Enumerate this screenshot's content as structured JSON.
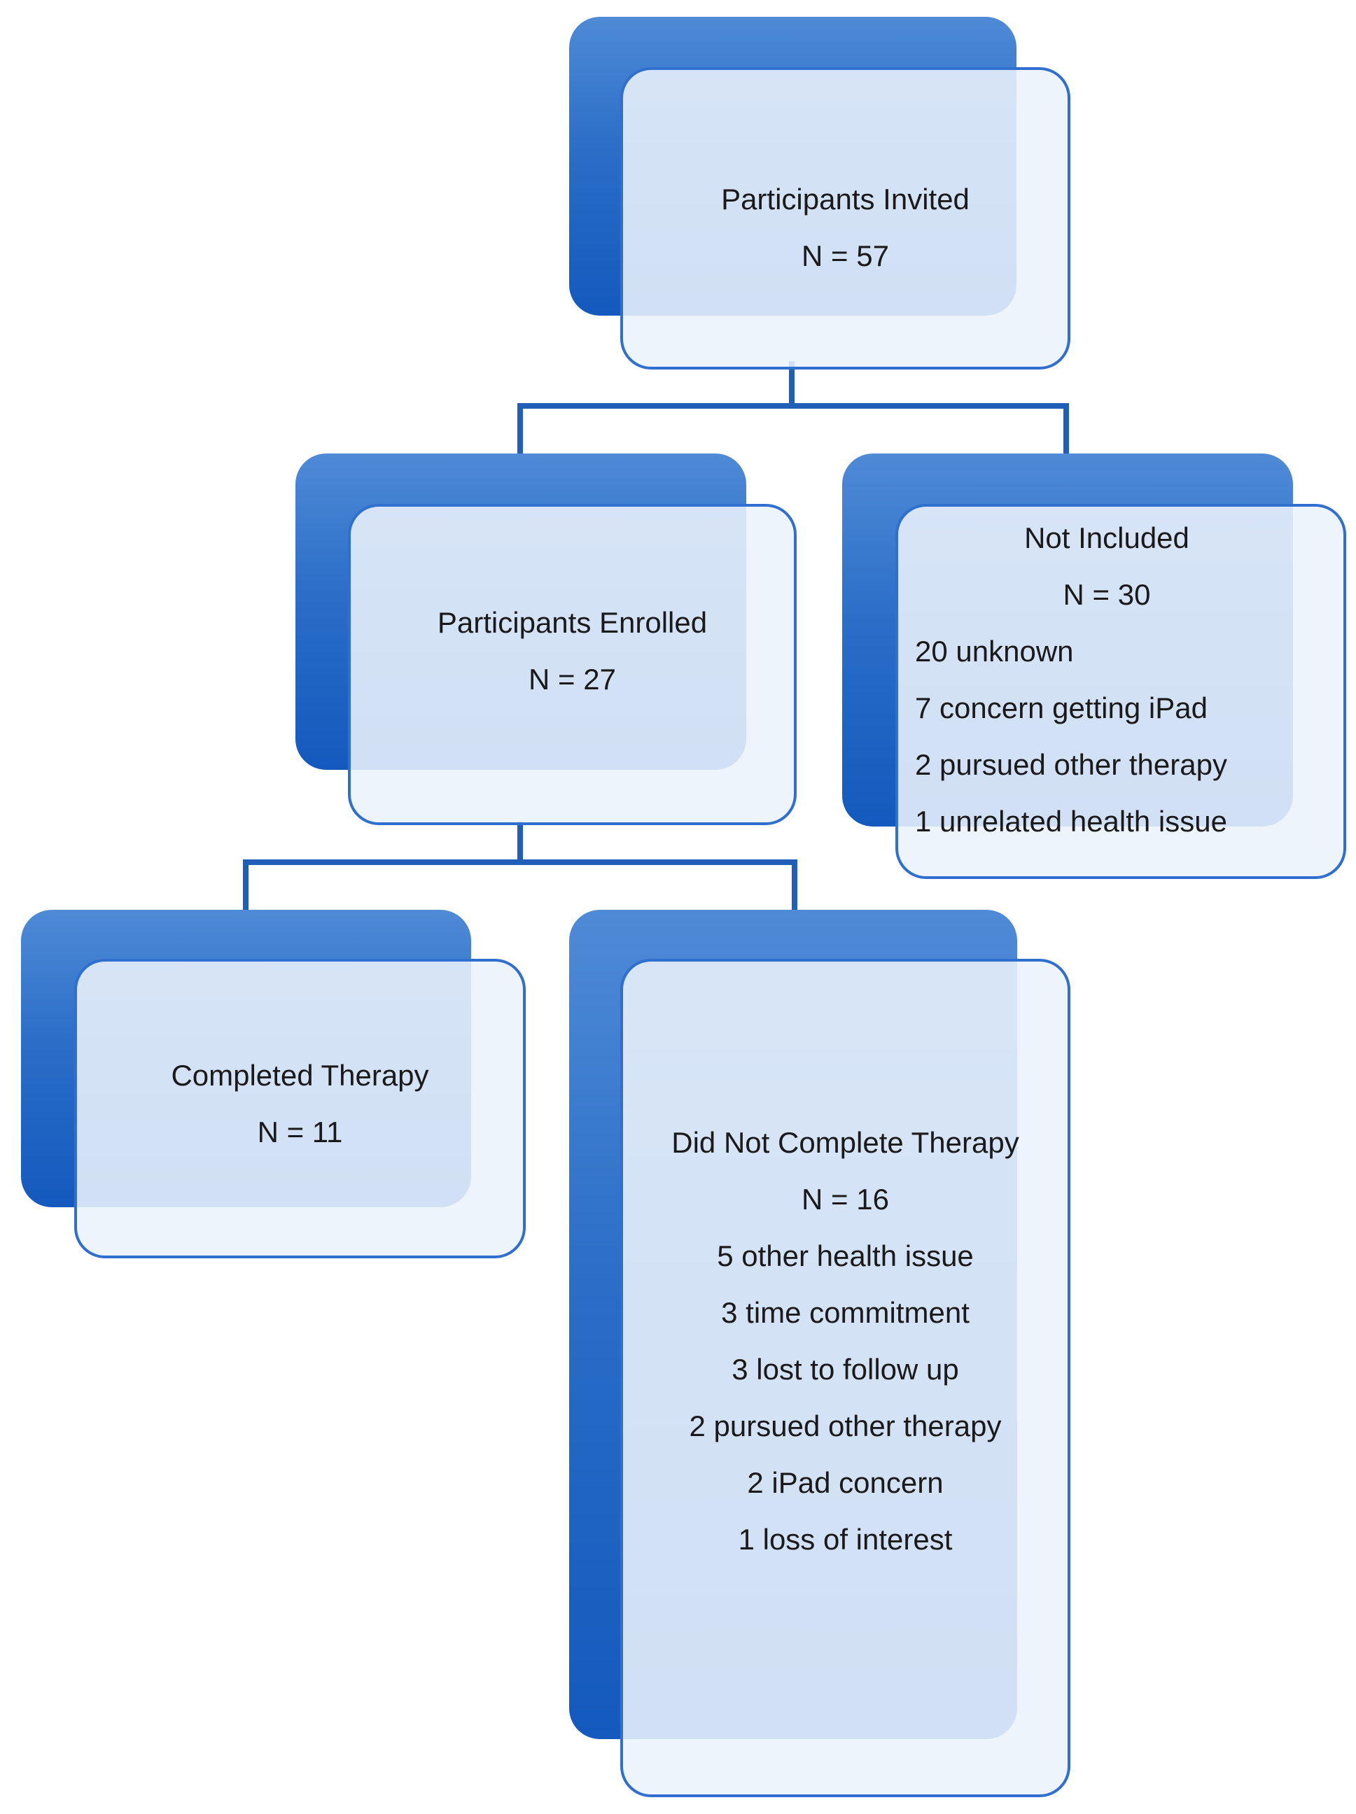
{
  "nodes": {
    "invited": {
      "title": "Participants Invited",
      "count": "N = 57"
    },
    "enrolled": {
      "title": "Participants Enrolled",
      "count": "N = 27"
    },
    "not_included": {
      "title": "Not Included",
      "count": "N = 30",
      "reasons": [
        "20 unknown",
        "7 concern getting iPad",
        "2 pursued other therapy",
        "1 unrelated health issue"
      ]
    },
    "completed": {
      "title": "Completed Therapy",
      "count": "N = 11"
    },
    "did_not_complete": {
      "title": "Did Not Complete Therapy",
      "count": "N = 16",
      "reasons": [
        "5 other health issue",
        "3 time commitment",
        "3 lost to follow up",
        "2 pursued other therapy",
        "2 iPad concern",
        "1 loss of interest"
      ]
    }
  },
  "colors": {
    "accent_dark": "#1459bd",
    "accent_light": "#4f8ad6",
    "connector": "#1f5fb8",
    "box_fill": "#ecf3fc"
  }
}
